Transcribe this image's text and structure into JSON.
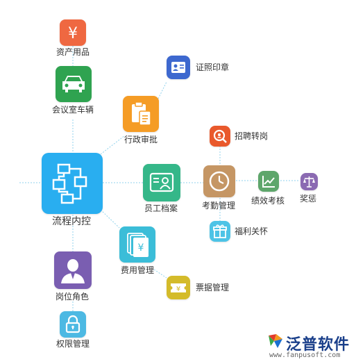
{
  "nodes": {
    "asset": {
      "label": "资产用品",
      "color": "#ef6841",
      "glyph": "¥"
    },
    "meeting": {
      "label": "会议室车辆",
      "color": "#2fa350"
    },
    "certificate": {
      "label": "证照印章",
      "color": "#3d68cf"
    },
    "admin": {
      "label": "行政审批",
      "color": "#f59c25"
    },
    "recruit": {
      "label": "招聘转岗",
      "color": "#e9592c"
    },
    "process": {
      "label": "流程内控",
      "color": "#29aef0"
    },
    "employee": {
      "label": "员工档案",
      "color": "#35b789"
    },
    "attendance": {
      "label": "考勤管理",
      "color": "#c59664"
    },
    "performance": {
      "label": "绩效考核",
      "color": "#5ea66b"
    },
    "reward": {
      "label": "奖惩",
      "color": "#8b6ab2"
    },
    "welfare": {
      "label": "福利关怀",
      "color": "#4dc3e6"
    },
    "expense": {
      "label": "费用管理",
      "color": "#3bbdd8",
      "glyph": "¥"
    },
    "invoice": {
      "label": "票据管理",
      "color": "#d4bb2a",
      "glyph": "¥"
    },
    "position": {
      "label": "岗位角色",
      "color": "#7a5eb1"
    },
    "permission": {
      "label": "权限管理",
      "color": "#4db9e3"
    }
  },
  "brand": {
    "name": "泛普软件",
    "url": "www.fanpusoft.com"
  }
}
